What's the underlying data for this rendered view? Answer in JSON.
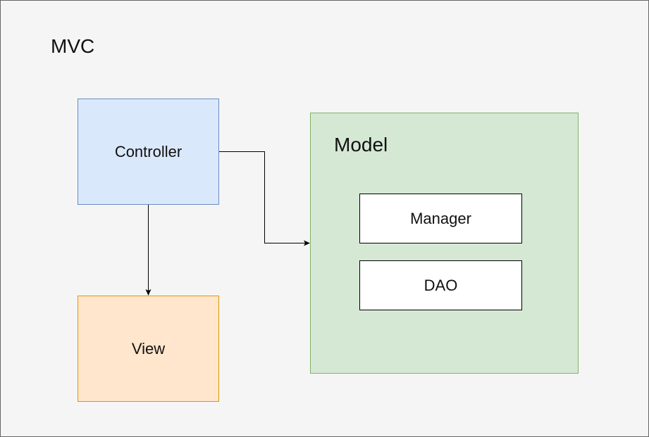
{
  "diagram": {
    "title": "MVC",
    "nodes": {
      "controller": {
        "label": "Controller"
      },
      "view": {
        "label": "View"
      },
      "model": {
        "label": "Model"
      },
      "manager": {
        "label": "Manager"
      },
      "dao": {
        "label": "DAO"
      }
    },
    "edges": [
      {
        "from": "controller",
        "to": "view"
      },
      {
        "from": "controller",
        "to": "model"
      }
    ],
    "colors": {
      "background": "#f5f5f5",
      "controller_fill": "#dae8fc",
      "controller_stroke": "#6c8ebf",
      "view_fill": "#ffe6cc",
      "view_stroke": "#d79b00",
      "model_fill": "#d5e8d4",
      "model_stroke": "#82b366"
    }
  }
}
